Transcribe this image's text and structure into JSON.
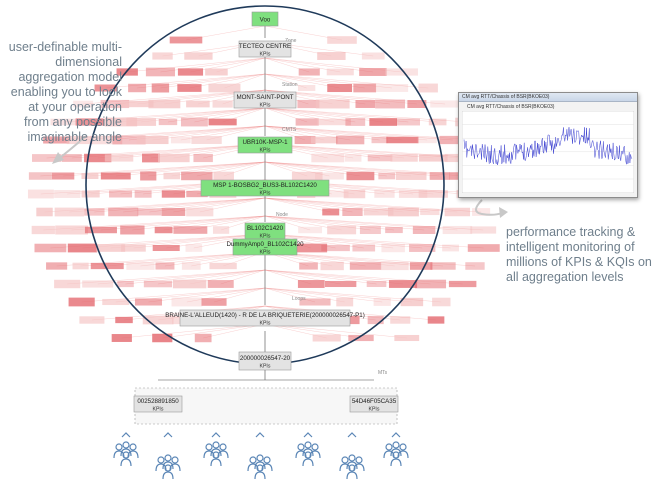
{
  "left_caption": [
    "user-definable multi-",
    "dimensional",
    "aggregation model",
    "enabling you to look",
    "at your operation",
    "from any possible",
    "imaginable angle"
  ],
  "right_caption": [
    "performance tracking &",
    "intelligent monitoring of",
    "millions of KPIs & KQIs on",
    "all aggregation levels"
  ],
  "hierarchy": {
    "root": "Voo",
    "zone_label": "Zone",
    "zone": {
      "name": "TECTEO CENTRE",
      "sub": "KPIs"
    },
    "station_label": "Station",
    "station": {
      "name": "MONT-SAINT-PONT",
      "sub": "KPIs"
    },
    "cmts_label": "CMTS",
    "cmts": {
      "name": "UBR10K-MSP-1",
      "sub": "KPIs"
    },
    "interface": {
      "name": "MSP 1-BOSBG2_BUS3-BL102C1420",
      "sub": "KPIs"
    },
    "node_label": "Node",
    "node": {
      "name": "BL102C1420",
      "sub": "KPIs"
    },
    "amp": {
      "name": "DummyAmp0_BL102C1420",
      "sub": "KPIs"
    },
    "address_label": "Loops",
    "address": {
      "name": "BRAINE-L'ALLEUD(1420) - R DE LA BRIQUETERIE(200000026547-P1)",
      "sub": "KPIs"
    },
    "subaddress": {
      "name": "200000026547-20",
      "sub": "KPIs"
    },
    "modem_label": "MTs",
    "modems": [
      {
        "name": "002528891850",
        "sub": "KPIs"
      },
      {
        "name": "54D46F05CA35",
        "sub": "KPIs"
      }
    ]
  },
  "chart_window": {
    "titlebar": "CM avg RTT/Chassis of BSR(BKOE03)",
    "title": "CM avg RTT/Chassis of BSR(BKOE03)"
  },
  "colors": {
    "circle": "#1f3a5a",
    "green_box": "#7fe07f",
    "red_box": "#e3646a",
    "pink_box": "#f4c2c2",
    "grey_box": "#e3e3e3",
    "people": "#5b86b6",
    "chart_line": "#3a3fd0"
  }
}
